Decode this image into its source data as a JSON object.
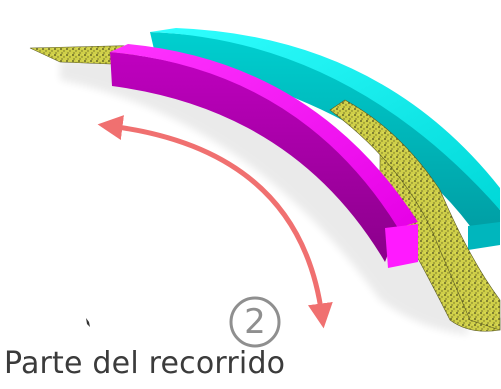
{
  "diagram": {
    "step_number": "2",
    "caption": "Parte del recorrido",
    "colors": {
      "bar_front": "#ff00ff",
      "bar_back": "#00f0f0",
      "textured_strip": "#c8c840",
      "arrow": "#f07070",
      "step_circle": "#8f8f8f",
      "caption_text": "#3b3b3b"
    },
    "icons": {
      "step_circle": "circled-number",
      "double_arrow": "curved-double-arrow"
    }
  }
}
